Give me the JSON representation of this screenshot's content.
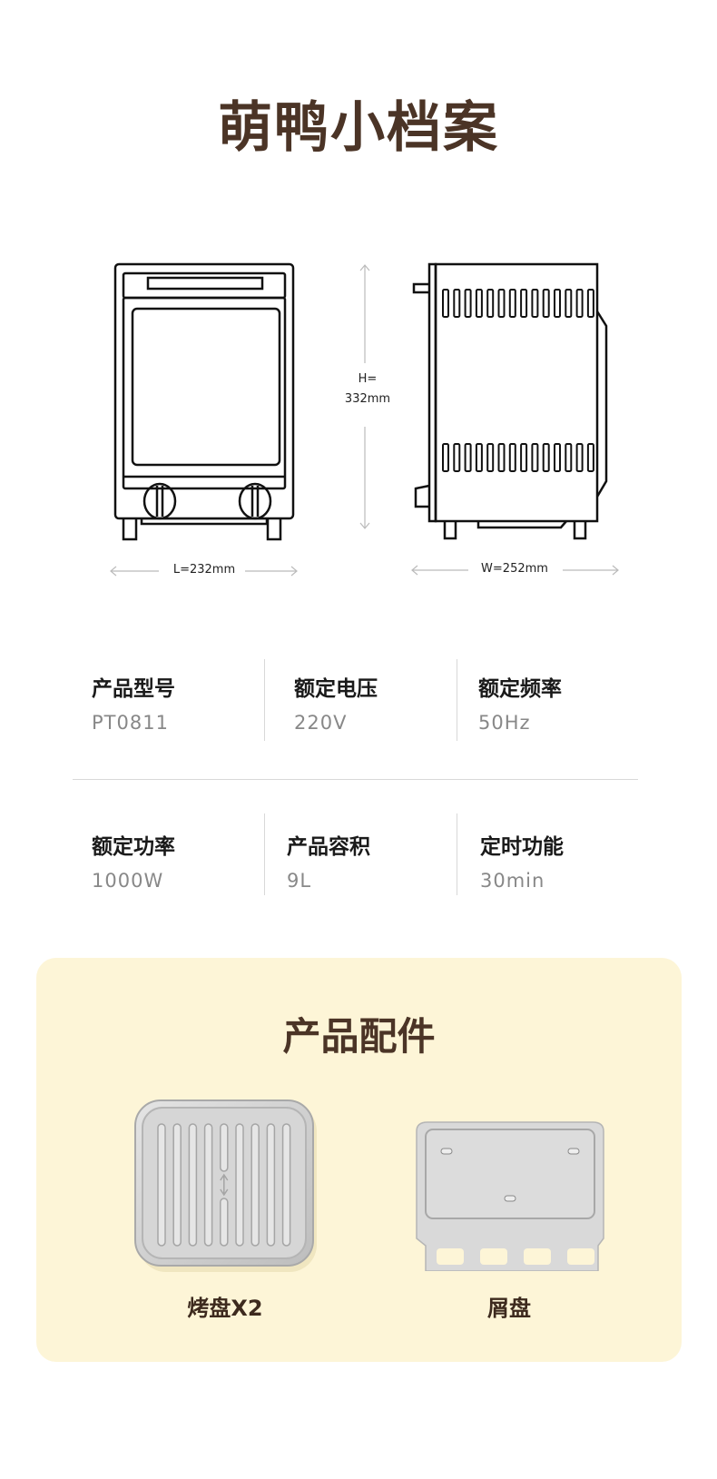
{
  "title": "萌鸭小档案",
  "dimensions": {
    "height_label": "H=",
    "height_value": "332mm",
    "length": "L=232mm",
    "width": "W=252mm"
  },
  "specs": [
    {
      "label": "产品型号",
      "value": "PT0811"
    },
    {
      "label": "额定电压",
      "value": "220V"
    },
    {
      "label": "额定频率",
      "value": "50Hz"
    },
    {
      "label": "额定功率",
      "value": "1000W"
    },
    {
      "label": "产品容积",
      "value": "9L"
    },
    {
      "label": "定时功能",
      "value": "30min"
    }
  ],
  "accessories": {
    "title": "产品配件",
    "items": [
      {
        "label": "烤盘X2"
      },
      {
        "label": "屑盘"
      }
    ]
  },
  "colors": {
    "title": "#4b3426",
    "card_bg": "#fdf5d7"
  }
}
